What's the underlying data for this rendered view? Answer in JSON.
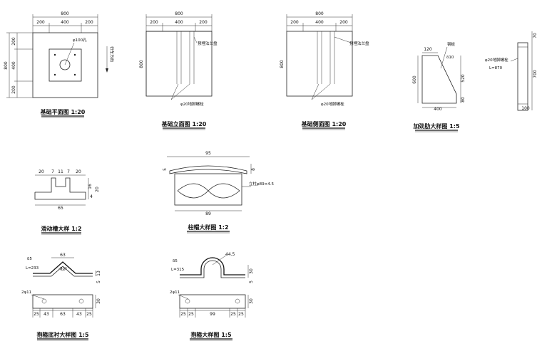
{
  "plan": {
    "title": "基础平面图 1:20",
    "dim_top": "800",
    "dim_segs": [
      "200",
      "400",
      "200"
    ],
    "dim_left": "800",
    "dim_left_segs": [
      "200",
      "400",
      "200"
    ],
    "hole_label": "φ100孔",
    "direction_label": "行车方向"
  },
  "elevation": {
    "title": "基础立面图 1:20",
    "dim_top": "800",
    "dim_segs": [
      "200",
      "400",
      "200"
    ],
    "dim_left": "800",
    "flange_label": "预埋法兰盘",
    "bolt_label": "φ20地脚螺栓"
  },
  "side": {
    "title": "基础侧面图 1:20",
    "dim_top": "800",
    "dim_segs": [
      "200",
      "400",
      "200"
    ],
    "dim_left": "800",
    "flange_label": "预埋法兰盘",
    "bolt_label": "φ20地脚螺栓"
  },
  "rib": {
    "title": "加劲肋大样图 1:5",
    "dim_top": "120",
    "plate_label": "钢板",
    "thickness_label": "δ10",
    "dim_left": "600",
    "dim_right": "520",
    "dim_right_small": "80",
    "dim_bottom": "400"
  },
  "bolt": {
    "label": "φ20地脚螺栓",
    "length": "L=870",
    "dim_top": "70",
    "dim_mid": "700",
    "dim_bottom": "100"
  },
  "slot": {
    "title": "滑动槽大样 1:2",
    "dims": [
      "20",
      "7",
      "11",
      "7",
      "20"
    ],
    "dim_right_a": "16",
    "dim_right_b": "20",
    "dim_right_c": "4",
    "dim_bottom": "65"
  },
  "cap": {
    "title": "柱帽大样图 1:2",
    "dim_top": "95",
    "dim_left": "5",
    "dim_right": "8",
    "pipe_label": "立柱φ89×4.5",
    "dim_bottom": "89"
  },
  "liner": {
    "title": "抱箍底衬大样图 1:5",
    "dim_top": "63",
    "thickness": "δ5",
    "length": "L=233",
    "angle": "90°",
    "dim_right_a": "13",
    "dim_right_b": "5",
    "hole_label": "2φ11",
    "dim_side": "30",
    "dims": [
      "25",
      "43",
      "63",
      "43",
      "25"
    ]
  },
  "hoop": {
    "title": "抱箍大样图 1:5",
    "radius": "44.5",
    "thickness": "δ5",
    "length": "L=315",
    "dim_right_a": "30",
    "dim_right_b": "5",
    "hole_label": "2φ11",
    "dim_side": "30",
    "dims": [
      "25",
      "25",
      "99",
      "25",
      "25"
    ]
  }
}
